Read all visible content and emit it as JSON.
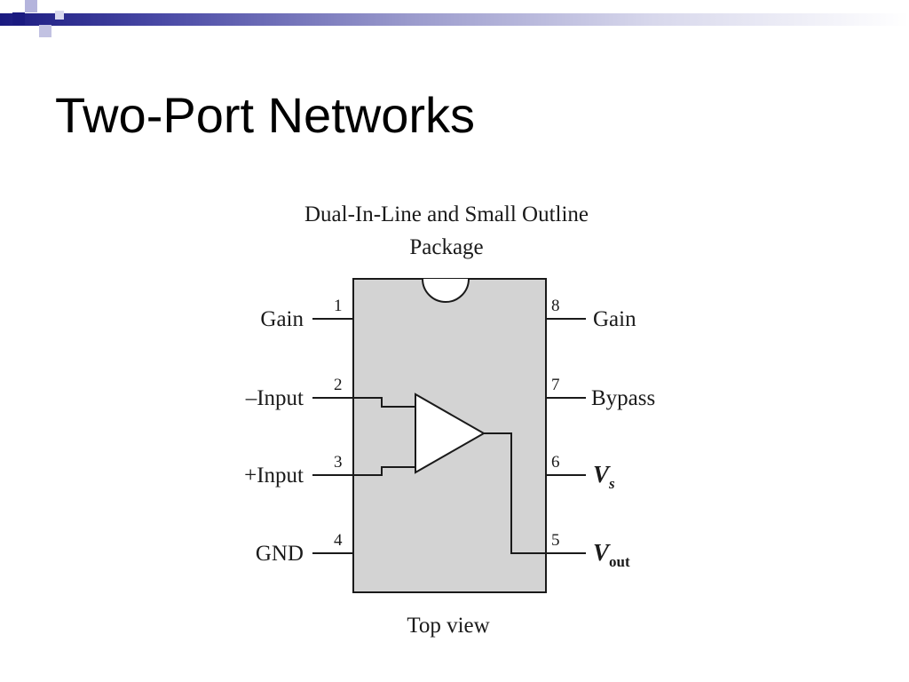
{
  "slide": {
    "title": "Two-Port Networks"
  },
  "diagram": {
    "caption_line1": "Dual-In-Line and Small Outline",
    "caption_line2": "Package",
    "footer": "Top view",
    "pins": [
      {
        "number": "1",
        "label": "Gain"
      },
      {
        "number": "2",
        "label": "–Input"
      },
      {
        "number": "3",
        "label": "+Input"
      },
      {
        "number": "4",
        "label": "GND"
      },
      {
        "number": "5",
        "label": "V",
        "subscript": "out"
      },
      {
        "number": "6",
        "label": "V",
        "subscript": "s"
      },
      {
        "number": "7",
        "label": "Bypass"
      },
      {
        "number": "8",
        "label": "Gain"
      }
    ]
  },
  "colors": {
    "title_bar_dark": "#1a1a80",
    "accent_square": "#2b2b8c",
    "accent_square_light": "#a9a9d6",
    "chip_body": "#d3d3d3",
    "line": "#1a1a1a"
  }
}
